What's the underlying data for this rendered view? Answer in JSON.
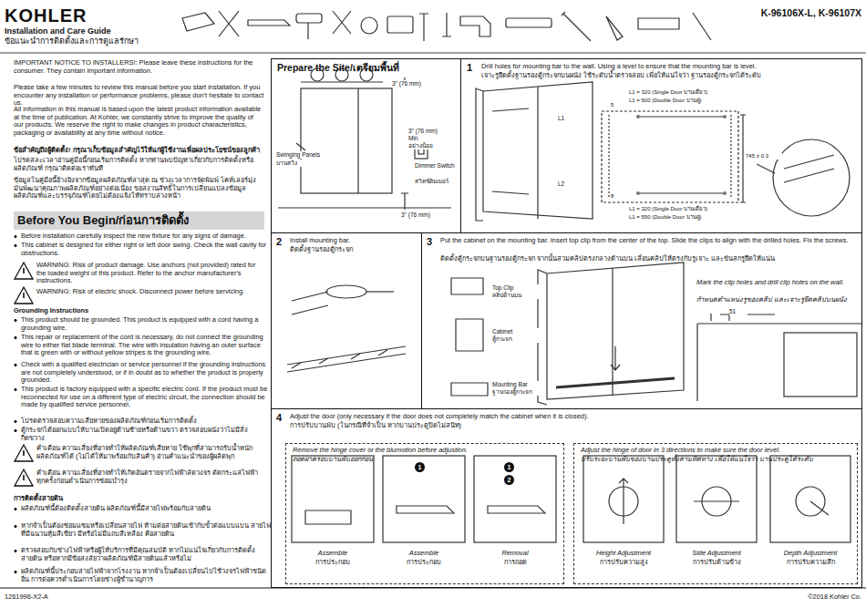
{
  "diagram": {
    "nodes": [
      {
        "text": [
          "Before You Begin/ก่อนการติดตั้ง"
        ]
      },
      {
        "text": [
          "Prepare the Site/เตรียมพื้นที่"
        ]
      },
      {
        "text": [
          "1",
          "Drill holes for mounting bar to the wall. Using a level to ensure that the mounting bar is level.",
          "เจาะรูยึดตั้งฐานรองตู้กระจกบนผนัง ใช้ระดับน้ำตรวจสอบ เพื่อให้แน่ใจว่า ฐานรองตู้กระจกได้ระดับ"
        ]
      },
      {
        "text": [
          "2",
          "Install mounting bar.",
          "ติดตั้งฐานรองตู้กระจก"
        ]
      },
      {
        "text": [
          "3",
          "Put the cabinet on the mounting bar. Insert top clip from the center of the top. Slide the clips to align with the drilled holes. Fix the screws.",
          "ติดตั้งตู้กระจกบนฐานรองตู้กระจก จากนั้นสวมคลิปตรงกลางด้านบน เลื่อนคลิปให้ตรงกับรูเจาะ และขันสกรูยึดให้แน่น"
        ]
      },
      {
        "text": [
          "4",
          "Adjust the door (only necessary if the door does not completely match the cabinet when it is closed).",
          "การปรับบานพับ (ในกรณีที่จำเป็น หากบานประตูปิดไม่สนิท)"
        ]
      },
      {
        "text": [
          "Remove the hinge cover or the blumotion before adjustion.",
          "ถอดฝาครอบบานพับออกก่อน"
        ],
        "in": 5
      },
      {
        "text": [
          "Adjust the hinge of door in 3 directions to make sure the door level.",
          "ปรับระยะบานพับของบานประตูทั้งสามทิศทาง เพื่อให้แน่ใจว่า บานประตูได้ระดับ"
        ],
        "in": 5
      }
    ],
    "labels": [
      "KOHLER",
      "Installation and Care Guide",
      "ข้อแนะนำการติดตั้งและการดูแลรักษา",
      "K-96106X-L, K-96107X",
      "IMPORTANT NOTICE TO INSTALLERS!: Please leave these instructions for the consumer. They contain important information.",
      "Please take a few minutes to review this manual before you start installation. If you encounter any installation or performance problems, please don't hesitate to contact us.",
      "All information in this manual is based upon the latest product information available at the time of publication. At Kohler, we constantly strive to improve the quality of our products. We reserve the right to make changes in product characteristics, packaging or availability at any time without notice.",
      "ข้อสำคัญถึงผู้ติดตั้ง! กรุณาเก็บข้อมูลสำคัญไว้ให้แก่ผู้ใช้งานเพื่อผลประโยชน์ของลูกค้า",
      "โปรดสละเวลาอ่านคู่มือนี้ก่อนเริ่มการติดตั้ง หากท่านพบปัญหาเกี่ยวกับการติดตั้งหรือผลิตภัณฑ์ กรุณาติดต่อเราทันที",
      "ข้อมูลในคู่มือนี้อ้างอิงจากข้อมูลผลิตภัณฑ์ล่าสุด ณ ช่วงเวลาการจัดพิมพ์ โคห์เลอร์มุ่งมั่นพัฒนาคุณภาพผลิตภัณฑ์อย่างต่อเนื่อง ขอสงวนสิทธิ์ในการเปลี่ยนแปลงข้อมูลผลิตภัณฑ์และบรรจุภัณฑ์โดยไม่ต้องแจ้งให้ทราบล่วงหน้า",
      "Before installation carefully inspect the new fixture for any signs of damage.",
      "This cabinet is designed for either right or left door swing. Check the wall cavity for obstructions.",
      "WARNING: Risk of product damage. Use anchors (not provided) rated for the loaded weight of this product. Refer to the anchor manufacturer's instructions.",
      "WARNING: Risk of electric shock. Disconnect power before servicing.",
      "Grounding Instructions",
      "This product should be grounded. This product is equipped with a cord having a grounding wire.",
      "This repair or replacement of the cord is necessary, do not connect the grounding wire to either flat blade terminal. The wire with insulation having an outer surface that is green with or without yellow stripes is the grounding wire.",
      "Check with a qualified electrician or service personnel if the grounding instructions are not completely understood, or if in doubt as to whether the product is properly grounded.",
      "This product is factory equipped with a specific electric cord. If the product must be reconnected for use on a different type of electric circuit, the connection should be made by qualified service personnel.",
      "โปรดตรวจสอบความเสียหายของผลิตภัณฑ์ก่อนเริ่มการติดตั้ง",
      "ตู้กระจกได้ออกแบบให้บานเปิดอยู่ด้านซ้ายหรือด้านขวา ตรวจสอบผนังว่าไม่มีสิ่งกีดขวาง",
      "คำเตือน ความเสี่ยงที่อาจทำให้ผลิตภัณฑ์เสียหาย ใช้พุกที่สามารถรับน้ำหนักผลิตภัณฑ์ได้ (ไม่ได้ให้มาพร้อมกับสินค้า) อ่านคำแนะนำของผู้ผลิตพุก",
      "คำเตือน ความเสี่ยงที่อาจทำให้เกิดอันตรายจากไฟฟ้าลัดวงจร ตัดกระแสไฟฟ้าทุกครั้งก่อนดำเนินการซ่อมบำรุง",
      "การติดตั้งสายดิน",
      "ผลิตภัณฑ์นี้ต้องติดตั้งสายดิน ผลิตภัณฑ์นี้มีสายไฟพร้อมกับสายดิน",
      "หากจำเป็นต้องซ่อมแซมหรือเปลี่ยนสายไฟ ห้ามต่อสายดินเข้ากับขั้วต่อแบบแบน สายไฟที่มีฉนวนหุ้มสีเขียว มีหรือไม่มีแถบสีเหลือง คือสายดิน",
      "ตรวจสอบกับช่างไฟฟ้าหรือผู้ให้บริการที่มีคุณสมบัติ หากไม่แน่ใจเกี่ยวกับการติดตั้งสายดิน หรือหากมีข้อสงสัยว่าผลิตภัณฑ์มีสายดินแล้วหรือไม่",
      "ผลิตภัณฑ์นี้ประกอบสายไฟฟ้าจากโรงงาน หากจำเป็นต้องเปลี่ยนไปใช้วงจรไฟฟ้าชนิดอื่น การต่อควรดำเนินการโดยช่างผู้ชำนาญการ",
      "1261996-X2-A",
      "©2018 Kohler Co.",
      "3\" (76 mm)",
      "3\" (76 mm)",
      "Min",
      "อย่างน้อย",
      "Swinging Panels",
      "บานสวิง",
      "Dimmer Switch",
      "สวิตช์ดิมเมอร์",
      "3\" (76 mm)",
      "L1 = 320 (Single Door บานเดี่ยว)",
      "L1 = 500 (Double Door บานคู่)",
      "745 ± 0.3",
      "L1 = 320 (Single Door บานเดี่ยว)",
      "L1 = 590 (Double Door บานคู่)",
      "L1",
      "L2",
      "5",
      "8",
      "Top Clip",
      "คลิปด้านบน",
      "Cabinet",
      "ตู้กระจก",
      "Mounting Bar",
      "ฐานรองตู้กระจก",
      "Mark the clip holes and drill clip holes on the wall.",
      "กำหนดตำแหน่งรูของคลิป และเจาะรูยึดคลิปบนผนัง",
      "51",
      "Assemble",
      "การประกอบ",
      "Assemble",
      "การประกอบ",
      "Removal",
      "การถอด",
      "1",
      "1",
      "2",
      "Height Adjustment",
      "การปรับความสูง",
      "Side Adjustment",
      "การปรับด้านข้าง",
      "Depth Adjustment",
      "การปรับความลึก"
    ]
  }
}
